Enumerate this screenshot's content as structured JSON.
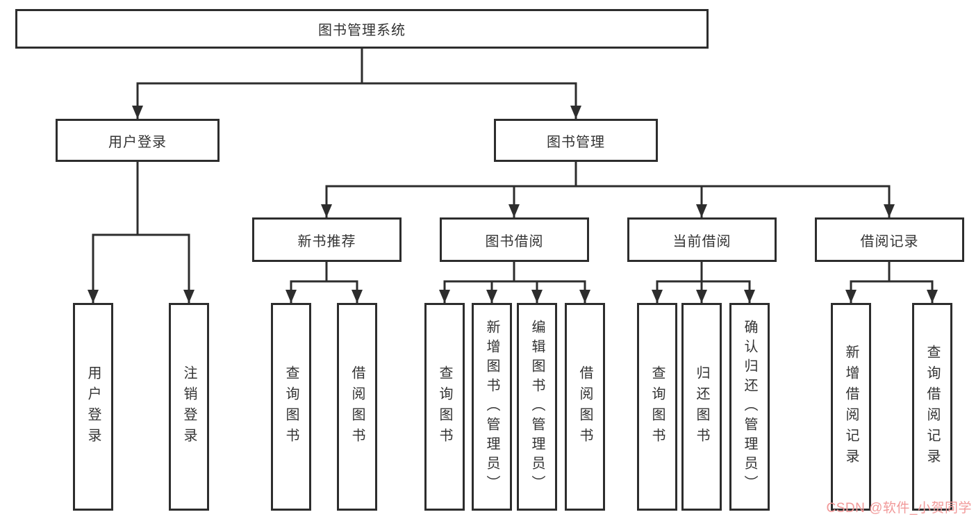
{
  "diagram": {
    "root": "图书管理系统",
    "user_login": {
      "label": "用户登录",
      "children": [
        "用户登录",
        "注销登录"
      ]
    },
    "book_management": {
      "label": "图书管理",
      "sections": [
        {
          "label": "新书推荐",
          "children": [
            "查询图书",
            "借阅图书"
          ]
        },
        {
          "label": "图书借阅",
          "children": [
            "查询图书",
            "新增图书（管理员）",
            "编辑图书（管理员）",
            "借阅图书"
          ]
        },
        {
          "label": "当前借阅",
          "children": [
            "查询图书",
            "归还图书",
            "确认归还（管理员）"
          ]
        },
        {
          "label": "借阅记录",
          "children": [
            "新增借阅记录",
            "查询借阅记录"
          ]
        }
      ]
    }
  },
  "watermark": {
    "text": "CSDN @软件_小贺同学",
    "color": "#f19999"
  },
  "colors": {
    "line": "#2d2d2d",
    "box_border": "#2d2d2d",
    "text": "#333333",
    "background": "#ffffff"
  }
}
